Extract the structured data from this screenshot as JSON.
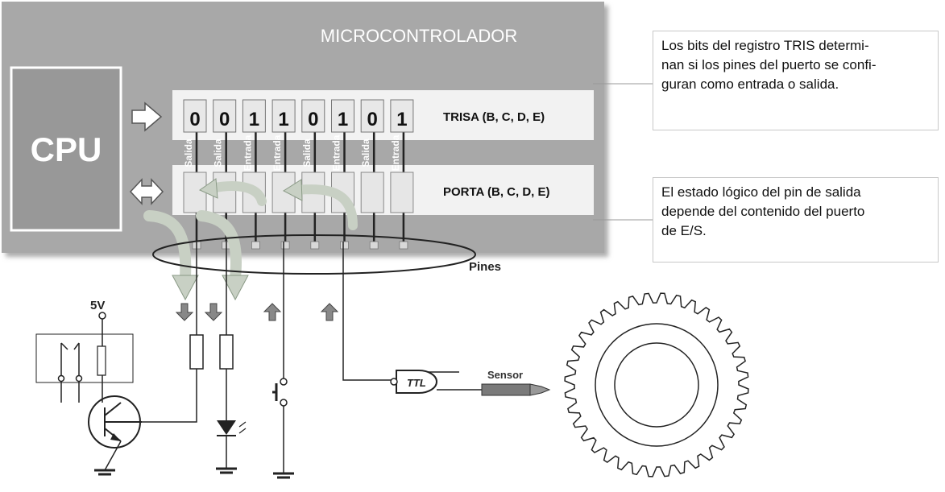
{
  "title": "MICROCONTROLADOR",
  "cpu_label": "CPU",
  "trisa_label": "TRISA (B, C, D, E)",
  "porta_label": "PORTA (B, C, D, E)",
  "tris_bits": [
    "0",
    "0",
    "1",
    "1",
    "0",
    "1",
    "0",
    "1"
  ],
  "pin_modes": [
    "Salida",
    "Salida",
    "Entrada",
    "Entrada",
    "Salida",
    "Entrada",
    "Salida",
    "Entrada"
  ],
  "pins_label": "Pines",
  "supply_label": "5V",
  "gate_label": "TTL",
  "sensor_label": "Sensor",
  "notes": {
    "tris_lines": [
      "Los bits del registro TRIS determi-",
      "nan si los pines del puerto se confi-",
      "guran como entrada o salida."
    ],
    "port_lines": [
      "El estado lógico del pin de salida",
      "depende del contenido del puerto",
      "de E/S."
    ]
  },
  "colors": {
    "chip_bg": "#a8a8a8",
    "cpu_bg": "#989898",
    "register_bar": "#f2f2f2",
    "arrow_fill": "#c8d0c4"
  }
}
